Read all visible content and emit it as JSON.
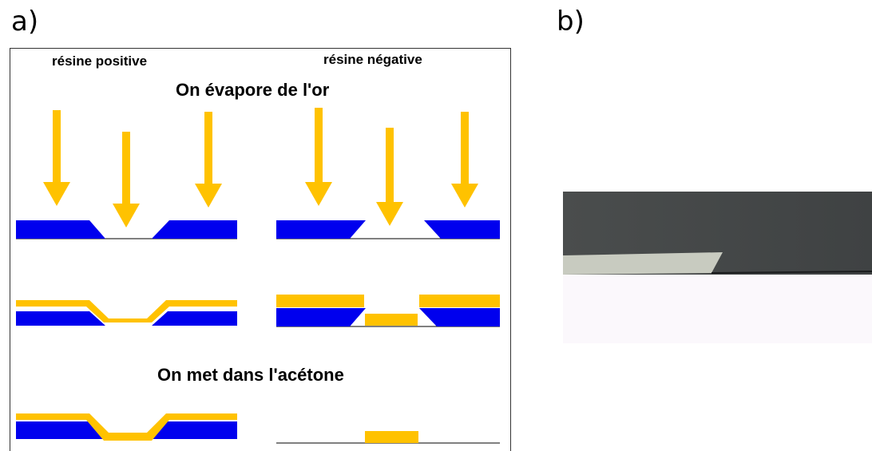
{
  "panels": {
    "a_label": "a)",
    "b_label": "b)"
  },
  "diagram": {
    "left_column_title": "résine positive",
    "right_column_title": "résine négative",
    "step1_caption": "On évapore de l'or",
    "step2_caption": "On met dans l'acétone",
    "colors": {
      "resist": "#0000ee",
      "gold": "#ffc200",
      "substrate_line": "#000000",
      "frame": "#333333"
    }
  },
  "photo": {
    "colors": {
      "background_top": "#454849",
      "layer": "#c8cbc0",
      "substrate": "#fbf8fc"
    }
  }
}
